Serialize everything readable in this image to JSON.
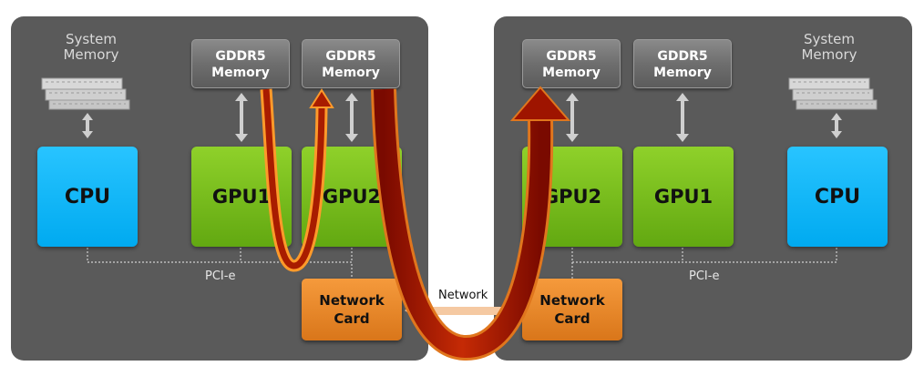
{
  "left_server": {
    "system_memory": [
      "System",
      "Memory"
    ],
    "mem_a": [
      "GDDR5",
      "Memory"
    ],
    "mem_b": [
      "GDDR5",
      "Memory"
    ],
    "cpu": "CPU",
    "gpu_a": "GPU1",
    "gpu_b": "GPU2",
    "bus": "PCI-e",
    "nic": [
      "Network",
      "Card"
    ]
  },
  "right_server": {
    "system_memory": [
      "System",
      "Memory"
    ],
    "mem_a": [
      "GDDR5",
      "Memory"
    ],
    "mem_b": [
      "GDDR5",
      "Memory"
    ],
    "cpu": "CPU",
    "gpu_a": "GPU2",
    "gpu_b": "GPU1",
    "bus": "PCI-e",
    "nic": [
      "Network",
      "Card"
    ]
  },
  "network_label": "Network",
  "colors": {
    "server_bg": "#5a5a5a",
    "cpu": "#00aaf0",
    "gpu": "#6cb316",
    "nic": "#e8842a",
    "memory": "#727272",
    "arrow_red": "#b01a00",
    "arrow_orange": "#ff8c1a"
  },
  "icons": [
    "ram-module-icon",
    "double-arrow-icon"
  ]
}
